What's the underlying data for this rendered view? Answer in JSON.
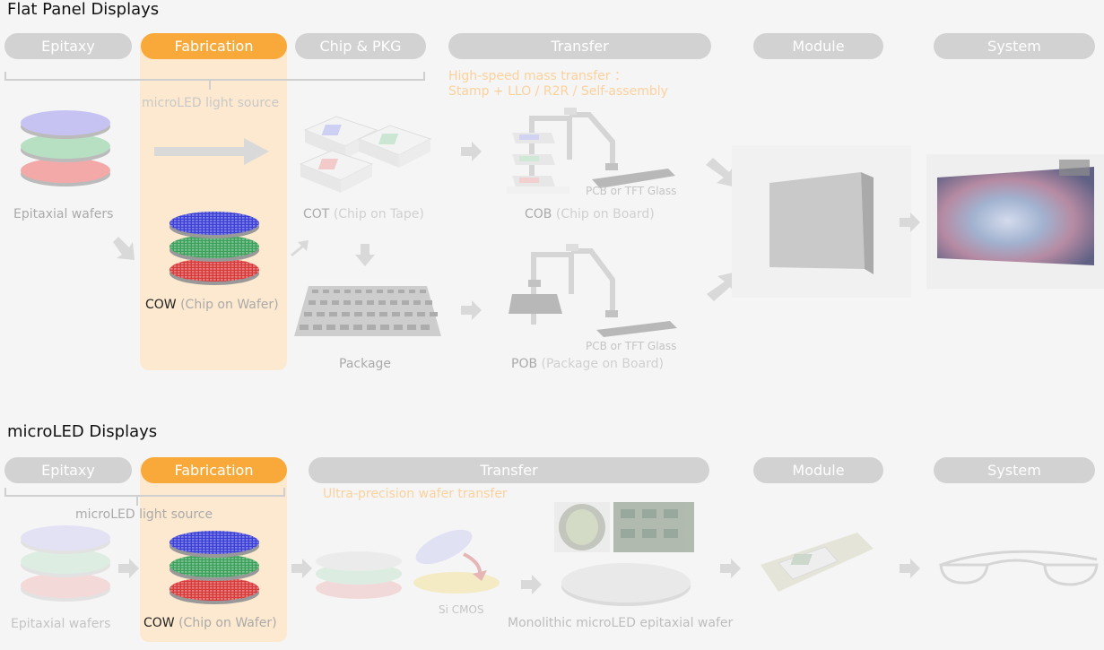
{
  "sections": {
    "flat_panel": {
      "title": "Flat Panel Displays",
      "stages": [
        "Epitaxy",
        "Fabrication",
        "Chip & PKG",
        "Transfer",
        "Module",
        "System"
      ],
      "bracket_label": "microLED  light source",
      "transfer_note_line1": "High-speed mass transfer ：",
      "transfer_note_line2": "Stamp + LLO / R2R / Self-assembly",
      "labels": {
        "epitaxial": "Epitaxial wafers",
        "cot_main": "COT",
        "cot_paren": "(Chip on Tape)",
        "cow_main": "COW",
        "cow_paren": "(Chip on Wafer)",
        "package": "Package",
        "cob_main": "COB",
        "cob_paren": "(Chip on Board)",
        "pob_main": "POB",
        "pob_paren": "(Package on Board)",
        "pcb_top": "PCB or TFT Glass",
        "pcb_bottom": "PCB or TFT Glass"
      }
    },
    "microled": {
      "title": "microLED Displays",
      "stages": [
        "Epitaxy",
        "Fabrication",
        "Transfer",
        "Module",
        "System"
      ],
      "bracket_label": "microLED light source",
      "transfer_note": "Ultra-precision wafer transfer",
      "labels": {
        "epitaxial": "Epitaxial wafers",
        "cow_main": "COW",
        "cow_paren": "(Chip on Wafer)",
        "si_cmos": "Si CMOS",
        "monolithic": "Monolithic microLED epitaxial wafer"
      }
    }
  },
  "colors": {
    "pill_inactive": "#d2d2d2",
    "pill_active": "#f9a93a",
    "highlight": "#fde9cf",
    "wafer_blue": "#3b3fd6",
    "wafer_green": "#3aa05a",
    "wafer_red": "#d83a3a"
  }
}
